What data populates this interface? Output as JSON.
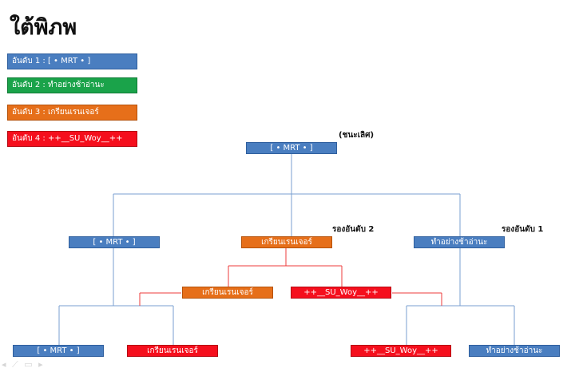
{
  "title": "ใต้พิภพ",
  "legend": [
    {
      "label": "อันดับ 1 : [ • MRT • ]",
      "color": "blue"
    },
    {
      "label": "อันดับ 2 : ทำอย่างช้าอ่านะ",
      "color": "green"
    },
    {
      "label": "อันดับ 3 : เกรียนเรนเจอร์",
      "color": "orange"
    },
    {
      "label": "อันดับ 4 : ++__SU_Woy__++",
      "color": "red"
    }
  ],
  "notes": {
    "champion": "(ชนะเลิศ)",
    "runner_up_2": "รองอันดับ 2",
    "runner_up_1": "รองอันดับ 1"
  },
  "bracket": {
    "final": "[ • MRT • ]",
    "semi_left": "[ • MRT • ]",
    "semi_middle": "เกรียนเรนเจอร์",
    "semi_right": "ทำอย่างช้าอ่านะ",
    "mid_left": "เกรียนเรนเจอร์",
    "mid_right": "++__SU_Woy__++",
    "r1_a": "[ • MRT • ]",
    "r1_b": "เกรียนเรนเจอร์",
    "r1_c": "++__SU_Woy__++",
    "r1_d": "ทำอย่างช้าอ่านะ"
  },
  "colors": {
    "blue": "#4a7ec0",
    "green": "#1aa34a",
    "orange": "#e66f1a",
    "red": "#f50f1d",
    "line_blue": "#7a9fd0",
    "line_red": "#ee3b3b"
  },
  "nav_glyphs": "◂ ⟋ ▭ ▸"
}
